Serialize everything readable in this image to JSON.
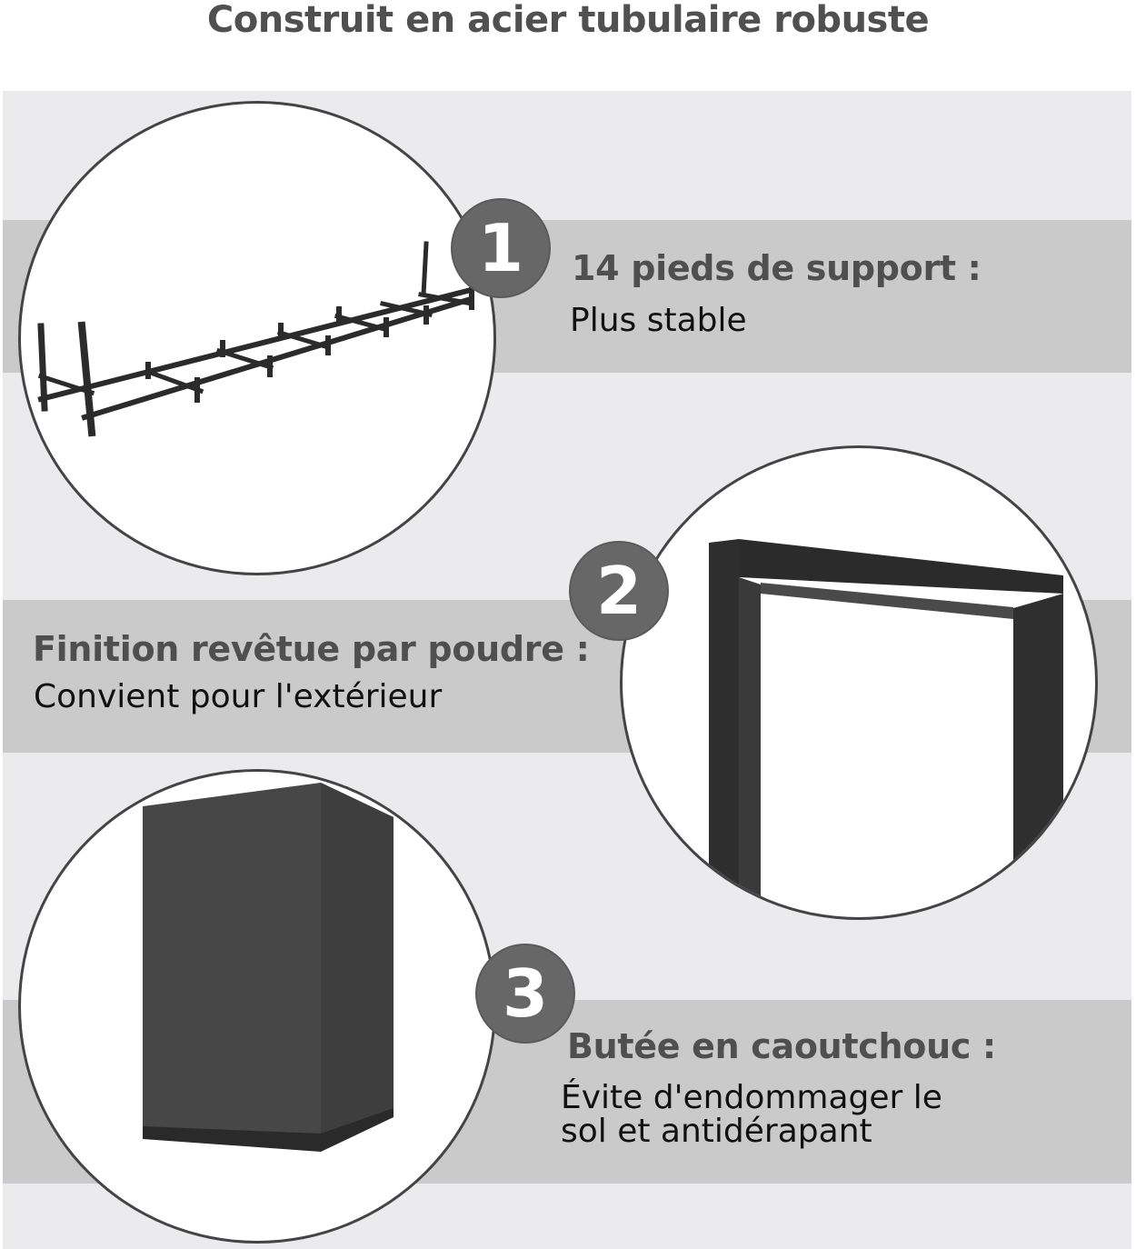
{
  "header": {
    "title": "Construit en acier tubulaire robuste"
  },
  "features": [
    {
      "number": "1",
      "title": "14 pieds de support :",
      "description": "Plus stable"
    },
    {
      "number": "2",
      "title": "Finition revêtue par poudre :",
      "description": "Convient pour l'extérieur"
    },
    {
      "number": "3",
      "title": "Butée en caoutchouc :",
      "description_lines": [
        "Évite d'endommager le",
        "sol et antidérapant"
      ]
    }
  ],
  "colors": {
    "panel_background": "#ebebed",
    "band": "#cacaca",
    "badge": "#676767",
    "title_text": "#4f4f4f",
    "steel": "#2b2b2b"
  }
}
